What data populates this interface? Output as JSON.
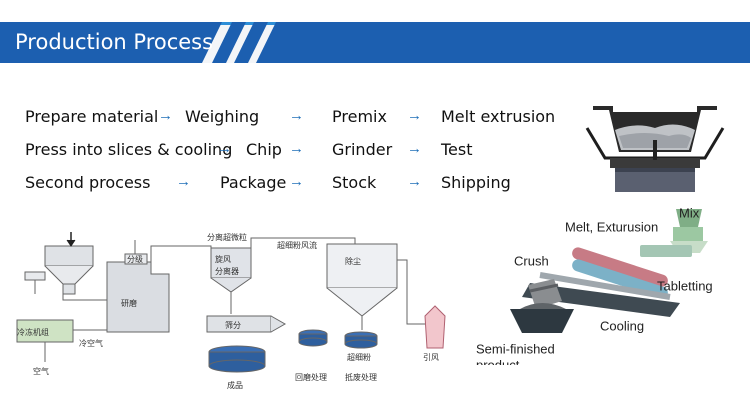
{
  "header": {
    "title": "Production Process"
  },
  "steps": {
    "r1": [
      "Prepare material",
      "Weighing",
      "Premix",
      "Melt extrusion"
    ],
    "r2": [
      "Press into slices & cooling",
      "Chip",
      "Grinder",
      "Test"
    ],
    "r3": [
      "Second process",
      "Package",
      "Stock",
      "Shipping"
    ],
    "arrow": "→"
  },
  "plant_labels": {
    "separator_fine": "分离超微粒",
    "ultrafine_air": "超细粉风流",
    "classifier": "分级",
    "cyclone": "旋风",
    "separator": "分离器",
    "dust": "除尘",
    "grinding": "研磨",
    "chiller": "冷冻机组",
    "cold_air": "冷空气",
    "air": "空气",
    "sieve": "筛分",
    "product": "成品",
    "recycle": "回磨处理",
    "ultrafine": "超细粉",
    "waste": "抵废处理",
    "draft": "引风"
  },
  "process_labels": {
    "mix": "Mix",
    "melt": "Melt, Exturusion",
    "crush": "Crush",
    "tabletting": "Tabletting",
    "cooling": "Cooling",
    "semi": "Semi-finished",
    "product": "product"
  },
  "colors": {
    "header": "#1c5fb0",
    "accent": "#2d8fd8",
    "arrow": "#1f6fb8"
  }
}
